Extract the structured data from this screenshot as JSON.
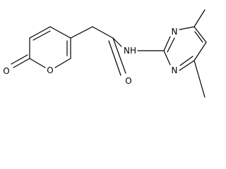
{
  "molecule": {
    "atoms": {
      "carbonyl_o_left": "O",
      "ring_o": "O",
      "amide_o": "O",
      "amide_nh": "NH",
      "pyrimidine_n_top": "N",
      "pyrimidine_n_bottom": "N"
    },
    "colors": {
      "bond": "#000000",
      "label": "#000000",
      "background": "#ffffff"
    }
  }
}
